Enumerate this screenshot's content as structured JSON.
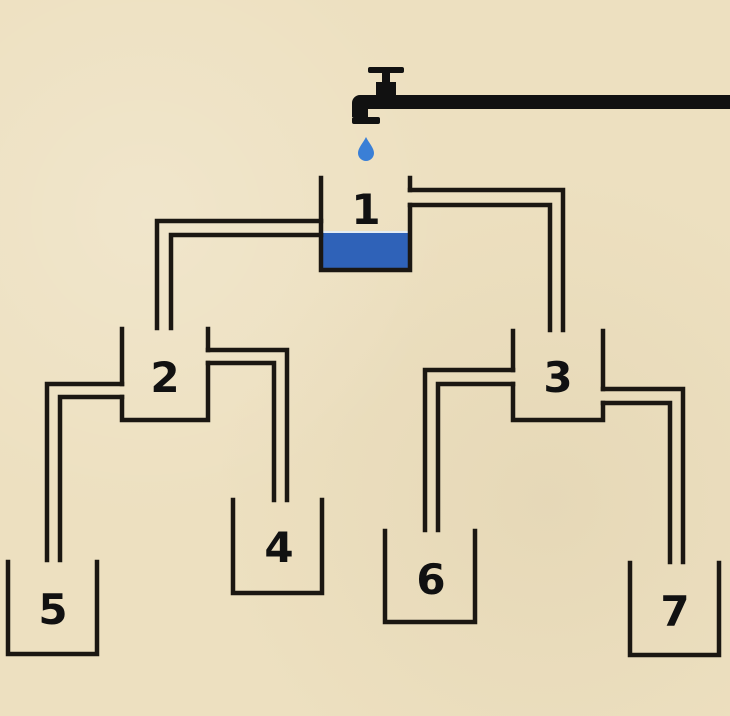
{
  "diagram": {
    "type": "water-flow-puzzle",
    "colors": {
      "background": "#ede0c0",
      "line": "#1b1712",
      "water": "#2f62b8",
      "water_surface": "#e4ecf3",
      "drop": "#3a7fd6"
    },
    "faucet": {
      "icon": "faucet-icon",
      "drop_icon": "water-drop-icon"
    },
    "containers": [
      {
        "id": "1",
        "label": "1",
        "has_water": true
      },
      {
        "id": "2",
        "label": "2",
        "has_water": false
      },
      {
        "id": "3",
        "label": "3",
        "has_water": false
      },
      {
        "id": "4",
        "label": "4",
        "has_water": false
      },
      {
        "id": "5",
        "label": "5",
        "has_water": false
      },
      {
        "id": "6",
        "label": "6",
        "has_water": false
      },
      {
        "id": "7",
        "label": "7",
        "has_water": false
      }
    ],
    "pipes": [
      {
        "from": "1",
        "to": "2",
        "outlet_height": "low"
      },
      {
        "from": "1",
        "to": "3",
        "outlet_height": "high"
      },
      {
        "from": "2",
        "to": "5",
        "outlet_height": "low"
      },
      {
        "from": "2",
        "to": "4",
        "outlet_height": "high"
      },
      {
        "from": "3",
        "to": "6",
        "outlet_height": "high"
      },
      {
        "from": "3",
        "to": "7",
        "outlet_height": "low"
      }
    ]
  }
}
